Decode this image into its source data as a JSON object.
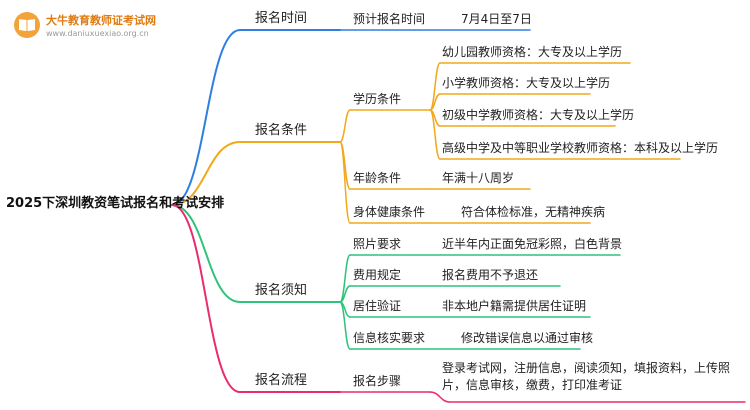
{
  "logo": {
    "name": "大牛教育教师证考试网",
    "url": "www.daniuxuexiao.org.cn"
  },
  "root": "2025下深圳教资笔试报名和考试安排",
  "colors": {
    "time": "#2f7fe0",
    "conditions": "#f2a81c",
    "notes": "#2fc27a",
    "process": "#ea2b6e"
  },
  "branches": [
    {
      "label": "报名时间",
      "children": [
        {
          "label": "预计报名时间",
          "children": [
            {
              "label": "7月4日至7日"
            }
          ]
        }
      ]
    },
    {
      "label": "报名条件",
      "children": [
        {
          "label": "学历条件",
          "children": [
            {
              "label": "幼儿园教师资格：大专及以上学历"
            },
            {
              "label": "小学教师资格：大专及以上学历"
            },
            {
              "label": "初级中学教师资格：大专及以上学历"
            },
            {
              "label": "高级中学及中等职业学校教师资格：本科及以上学历"
            }
          ]
        },
        {
          "label": "年龄条件",
          "children": [
            {
              "label": "年满十八周岁"
            }
          ]
        },
        {
          "label": "身体健康条件",
          "children": [
            {
              "label": "符合体检标准，无精神疾病"
            }
          ]
        }
      ]
    },
    {
      "label": "报名须知",
      "children": [
        {
          "label": "照片要求",
          "children": [
            {
              "label": "近半年内正面免冠彩照，白色背景"
            }
          ]
        },
        {
          "label": "费用规定",
          "children": [
            {
              "label": "报名费用不予退还"
            }
          ]
        },
        {
          "label": "居住验证",
          "children": [
            {
              "label": "非本地户籍需提供居住证明"
            }
          ]
        },
        {
          "label": "信息核实要求",
          "children": [
            {
              "label": "修改错误信息以通过审核"
            }
          ]
        }
      ]
    },
    {
      "label": "报名流程",
      "children": [
        {
          "label": "报名步骤",
          "children": [
            {
              "label": "登录考试网，注册信息，阅读须知，填报资料，上传照片，信息审核，缴费，打印准考证"
            }
          ]
        }
      ]
    }
  ]
}
